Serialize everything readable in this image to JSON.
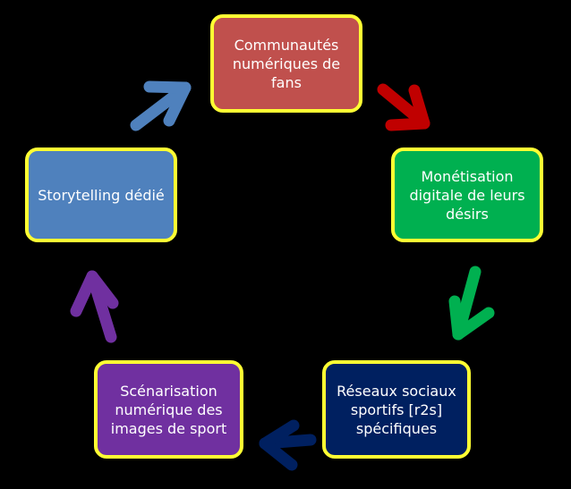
{
  "diagram": {
    "nodes": [
      {
        "id": "top",
        "label": "Communautés numériques de fans",
        "lines": [
          "Communautés",
          "numériques de",
          "fans"
        ],
        "fill": "#C0504D"
      },
      {
        "id": "right",
        "label": "Monétisation digitale de leurs désirs",
        "lines": [
          "Monétisation",
          "digitale de leurs",
          "désirs"
        ],
        "fill": "#00B050"
      },
      {
        "id": "bottom-right",
        "label": "Réseaux sociaux sportifs [r2s] spécifiques",
        "lines": [
          "Réseaux sociaux",
          "sportifs [r2s]",
          "spécifiques"
        ],
        "fill": "#002060"
      },
      {
        "id": "bottom-left",
        "label": "Scénarisation numérique des images de sport",
        "lines": [
          "Scénarisation",
          "numérique des",
          "images de sport"
        ],
        "fill": "#7030A0"
      },
      {
        "id": "left",
        "label": "Storytelling dédié",
        "lines": [
          "Storytelling dédié"
        ],
        "fill": "#4F81BD"
      }
    ],
    "edges": [
      {
        "from": "top",
        "to": "right",
        "color": "#C00000"
      },
      {
        "from": "right",
        "to": "bottom-right",
        "color": "#00B050"
      },
      {
        "from": "bottom-right",
        "to": "bottom-left",
        "color": "#002060"
      },
      {
        "from": "bottom-left",
        "to": "left",
        "color": "#7030A0"
      },
      {
        "from": "left",
        "to": "top",
        "color": "#4F81BD"
      }
    ],
    "border_color": "#FFFF33",
    "background": "#000000"
  }
}
